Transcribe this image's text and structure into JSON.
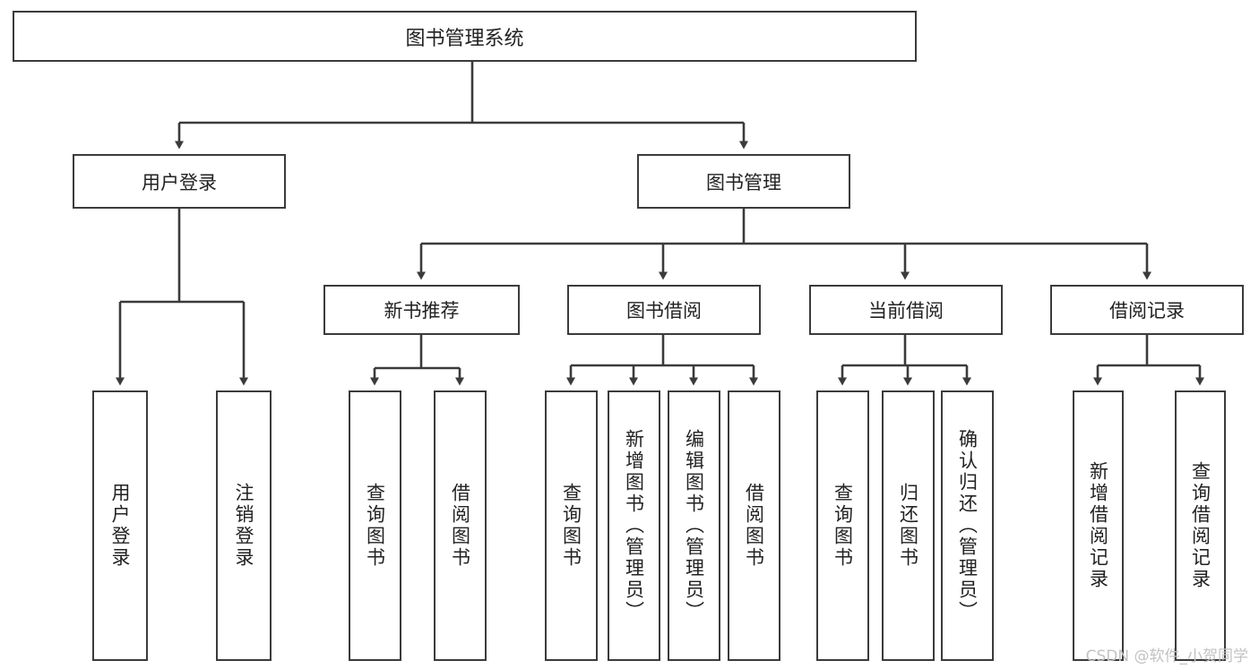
{
  "diagram": {
    "type": "tree-hierarchy",
    "title": "图书管理系统",
    "root": {
      "label": "图书管理系统"
    },
    "level1": [
      {
        "label": "用户登录"
      },
      {
        "label": "图书管理"
      }
    ],
    "level2": [
      {
        "label": "新书推荐"
      },
      {
        "label": "图书借阅"
      },
      {
        "label": "当前借阅"
      },
      {
        "label": "借阅记录"
      }
    ],
    "leaves": {
      "user_login": [
        {
          "label": "用户登录"
        },
        {
          "label": "注销登录"
        }
      ],
      "new_book": [
        {
          "label": "查询图书"
        },
        {
          "label": "借阅图书"
        }
      ],
      "book_borrow": [
        {
          "label": "查询图书"
        },
        {
          "label": "新增图书（管理员）"
        },
        {
          "label": "编辑图书（管理员）"
        },
        {
          "label": "借阅图书"
        }
      ],
      "current_borrow": [
        {
          "label": "查询图书"
        },
        {
          "label": "归还图书"
        },
        {
          "label": "确认归还（管理员）"
        }
      ],
      "borrow_record": [
        {
          "label": "新增借阅记录"
        },
        {
          "label": "查询借阅记录"
        }
      ]
    }
  },
  "watermark": {
    "text": "CSDN @软件_小贺同学"
  },
  "colors": {
    "box_border": "#3b3b3b",
    "box_fill": "#ffffff",
    "text": "#222222",
    "connector": "#3b3b3b",
    "watermark": "#c2c2c2",
    "background": "#ffffff"
  }
}
